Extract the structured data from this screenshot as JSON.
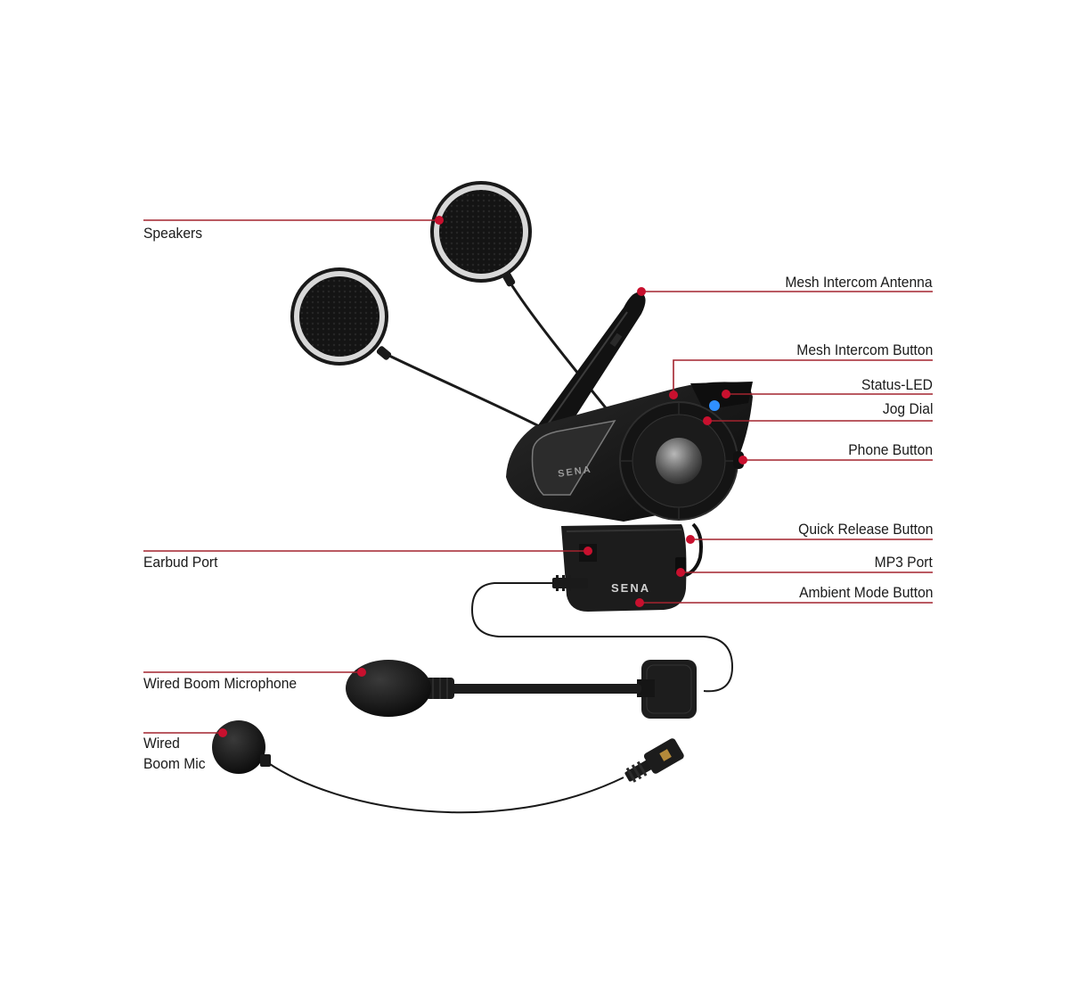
{
  "diagram": {
    "colors": {
      "leader": "#a3232e",
      "dot": "#c8102e",
      "device": "#151515",
      "device_highlight": "#3a3a3a",
      "cable": "#1a1a1a",
      "led": "#2f8fff"
    },
    "brand_marks": [
      "SENA",
      "SENA"
    ],
    "labels": {
      "speakers": "Speakers",
      "earbud_port": "Earbud Port",
      "wired_boom_microphone": "Wired Boom Microphone",
      "wired_boom_mic_line1": "Wired",
      "wired_boom_mic_line2": "Boom Mic",
      "mesh_intercom_antenna": "Mesh Intercom Antenna",
      "mesh_intercom_button": "Mesh Intercom Button",
      "status_led": "Status-LED",
      "jog_dial": "Jog Dial",
      "phone_button": "Phone Button",
      "quick_release_button": "Quick Release Button",
      "mp3_port": "MP3 Port",
      "ambient_mode_button": "Ambient Mode Button"
    }
  }
}
